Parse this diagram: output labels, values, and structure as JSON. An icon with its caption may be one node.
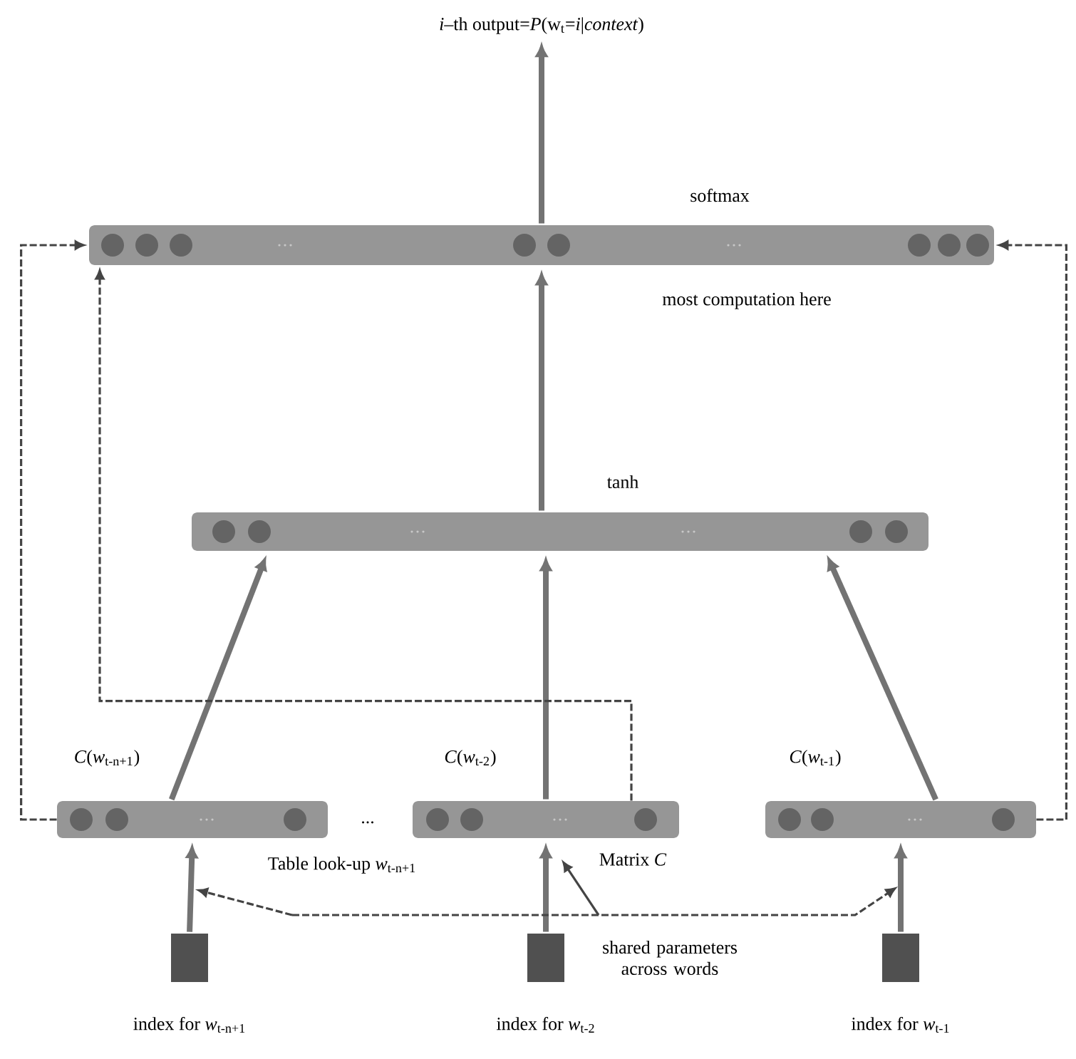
{
  "diagram": {
    "nodes": [
      {
        "text": [
          "softmax"
        ],
        "beside": [
          "most computation here"
        ]
      },
      {
        "text": [
          "tanh"
        ]
      },
      {
        "text": [
          "*C*(*w*$_{t-n+1}$)"
        ]
      },
      {
        "text": [
          "*C*(*w*$_{t-2}$)"
        ]
      },
      {
        "text": [
          "*C*(*w*$_{t-1}$)"
        ]
      },
      {
        "text": [
          "index for *w*$_{t-n+1}$"
        ]
      },
      {
        "text": [
          "index for *w*$_{t-2}$"
        ]
      },
      {
        "text": [
          "index for *w*$_{t-1}$"
        ]
      },
      {
        "text": [
          "*i*–th output=*P*(w$_{t}$=*i*|*context*)"
        ]
      }
    ],
    "edges": [
      {
        "from": 0,
        "to": 8,
        "arrow": "to"
      },
      {
        "from": 1,
        "to": 0,
        "arrow": "to"
      },
      {
        "from": 2,
        "to": 1,
        "arrow": "to"
      },
      {
        "from": 3,
        "to": 1,
        "arrow": "to"
      },
      {
        "from": 4,
        "to": 1,
        "arrow": "to"
      },
      {
        "from": 5,
        "to": 2,
        "arrow": "to"
      },
      {
        "from": 6,
        "to": 3,
        "arrow": "to"
      },
      {
        "from": 7,
        "to": 4,
        "arrow": "to"
      },
      {
        "from": 2,
        "to": 0,
        "arrow": "to",
        "style": "dashed",
        "color": "#444444"
      },
      {
        "from": 3,
        "to": 0,
        "arrow": "to",
        "style": "dashed",
        "color": "#444444"
      },
      {
        "from": 4,
        "to": 0,
        "arrow": "to",
        "style": "dashed",
        "color": "#444444"
      }
    ],
    "labels": [
      "...",
      "Table look-up *w*$_{t-n+1}$",
      "Matrix *C*",
      "shared parameters across words"
    ]
  }
}
